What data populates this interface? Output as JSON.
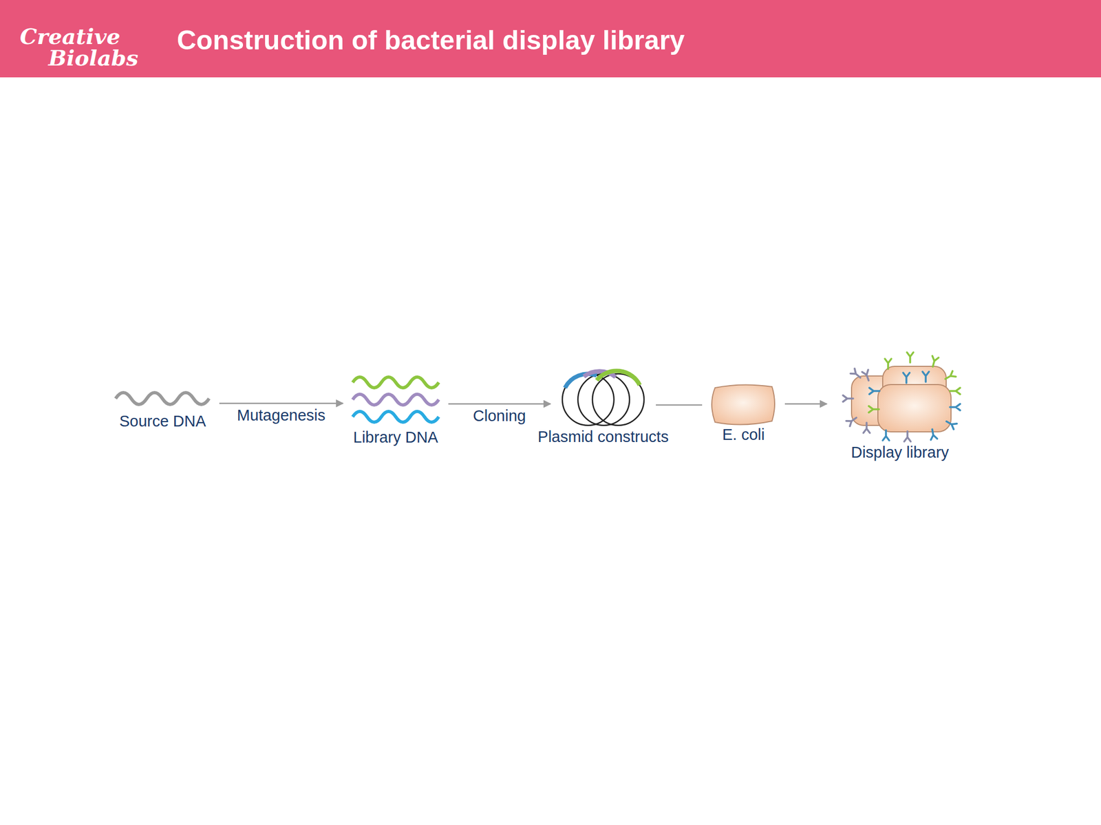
{
  "diagram": {
    "title": "Construction of bacterial display library",
    "nodes": [
      {
        "text": [
          "Source DNA"
        ]
      },
      {
        "text": [
          "Library DNA"
        ]
      },
      {
        "text": [
          "Plasmid constructs"
        ]
      },
      {
        "text": [
          "E. coli"
        ]
      },
      {
        "text": [
          "Display library"
        ]
      }
    ],
    "edges": [
      {
        "from": 0,
        "to": 1,
        "label": "Mutagenesis",
        "arrow": "to"
      },
      {
        "from": 1,
        "to": 2,
        "label": "Cloning",
        "arrow": "to"
      },
      {
        "from": 2,
        "to": 3,
        "arrow": "none"
      },
      {
        "from": 3,
        "to": 4,
        "arrow": "to"
      }
    ],
    "labels": [
      "Creative",
      "Biolabs"
    ]
  }
}
